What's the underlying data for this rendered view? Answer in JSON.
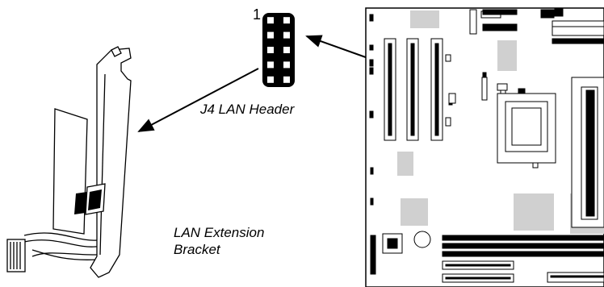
{
  "header": {
    "pin_label": "1",
    "label": "J4 LAN Header",
    "pin_rows": 5,
    "pin_cols": 2
  },
  "bracket": {
    "label_line1": "LAN Extension",
    "label_line2": "Bracket"
  },
  "colors": {
    "ink": "#000000",
    "paper": "#ffffff",
    "chip_gray": "#d0d0d0",
    "board_gray": "#c8c8c8"
  }
}
